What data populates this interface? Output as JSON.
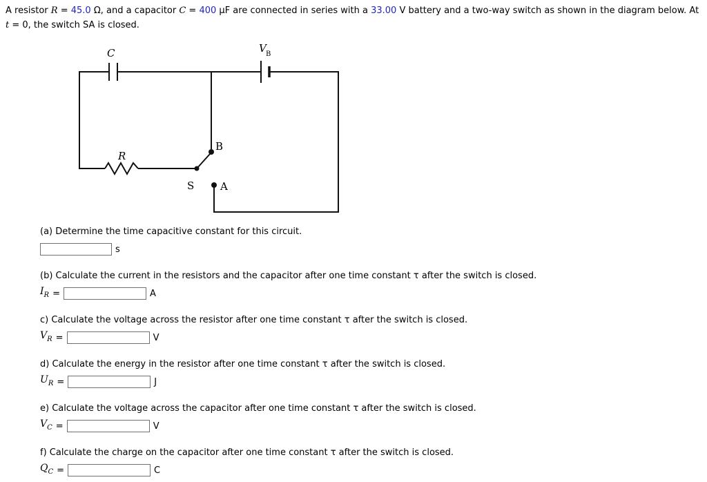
{
  "colors": {
    "value_blue": "#2323c8",
    "text": "#000000",
    "wire": "#111111"
  },
  "eq_sign": "=",
  "problem": {
    "seg1": "A resistor ",
    "var_r": "R",
    "eq": " = ",
    "r_value": "45.0",
    "seg2": " Ω, and a capacitor ",
    "var_c": "C",
    "c_value": "400",
    "seg3": " μF are connected in series with a ",
    "v_value": "33.00",
    "seg4": " V battery and a two-way switch as shown in the diagram below. At ",
    "var_t": "t",
    "seg5": " = 0, the switch SA is closed."
  },
  "diagram": {
    "labels": {
      "capacitor": "C",
      "battery_v": "V",
      "battery_sub": "B",
      "resistor": "R",
      "point_b": "B",
      "switch": "S",
      "point_a": "A"
    }
  },
  "questions": [
    {
      "id": "a",
      "text": "(a) Determine the time capacitive constant for this circuit.",
      "var": "",
      "sub": "",
      "value": "",
      "unit": "s"
    },
    {
      "id": "b",
      "text": "(b) Calculate the current in the resistors and the capacitor after one time constant τ after the switch is closed.",
      "var": "I",
      "sub": "R",
      "value": "",
      "unit": "A"
    },
    {
      "id": "c",
      "text": "c) Calculate the voltage across the resistor after one time constant τ after the switch is closed.",
      "var": "V",
      "sub": "R",
      "value": "",
      "unit": "V"
    },
    {
      "id": "d",
      "text": "d) Calculate the energy in the resistor after one time constant τ after the switch is closed.",
      "var": "U",
      "sub": "R",
      "value": "",
      "unit": "J"
    },
    {
      "id": "e",
      "text": "e) Calculate the voltage across the capacitor after one time constant τ after the switch is closed.",
      "var": "V",
      "sub": "C",
      "value": "",
      "unit": "V"
    },
    {
      "id": "f",
      "text": "f) Calculate the charge on the capacitor after one time constant τ after the switch is closed.",
      "var": "Q",
      "sub": "C",
      "value": "",
      "unit": "C"
    }
  ]
}
